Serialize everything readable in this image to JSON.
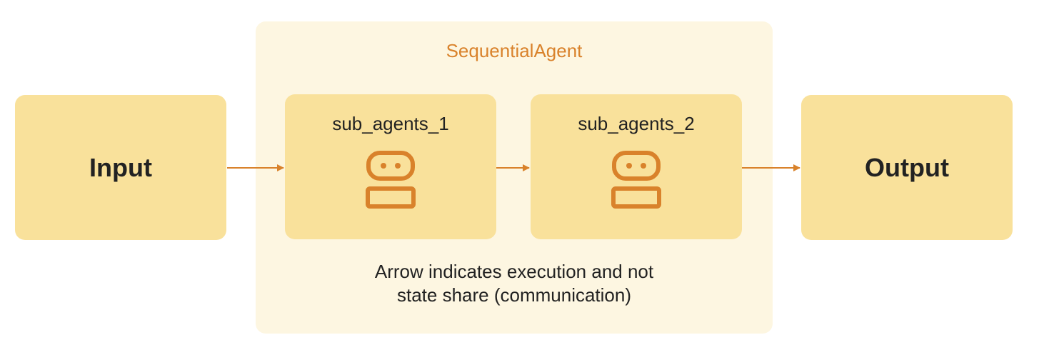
{
  "input": {
    "label": "Input"
  },
  "output": {
    "label": "Output"
  },
  "container": {
    "title": "SequentialAgent",
    "caption_line1": "Arrow indicates execution and not",
    "caption_line2": "state share (communication)"
  },
  "agents": [
    {
      "label": "sub_agents_1",
      "icon": "robot-icon"
    },
    {
      "label": "sub_agents_2",
      "icon": "robot-icon"
    }
  ],
  "colors": {
    "box_fill": "#f9e19b",
    "container_fill": "#fdf6e1",
    "accent": "#d9822b",
    "text": "#222222"
  }
}
